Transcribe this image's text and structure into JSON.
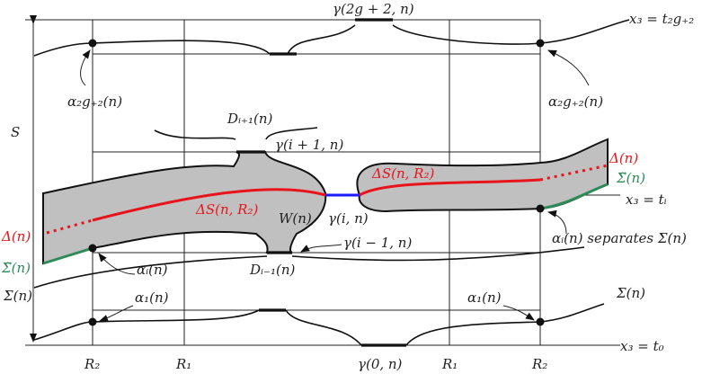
{
  "labels": {
    "S": "S",
    "gamma_top": "γ(2g + 2, n)",
    "x3_top": "x₃ = t₂g₊₂",
    "alpha_2g2_left": "α₂g₊₂(n)",
    "alpha_2g2_right": "α₂g₊₂(n)",
    "D_ip1": "Dᵢ₊₁(n)",
    "gamma_ip1": "γ(i + 1, n)",
    "delta_right": "Δ(n)",
    "sigma_tilde_right": "Σ̃(n)",
    "x3_ti": "x₃ = tᵢ",
    "deltaS_left": "ΔS(n, R₂)",
    "deltaS_right": "ΔS(n, R₂)",
    "W": "W(n)",
    "gamma_i": "γ(i, n)",
    "gamma_im1": "γ(i − 1, n)",
    "delta_left": "Δ(n)",
    "sigma_tilde_left": "Σ̃(n)",
    "alpha_i_left": "αᵢ(n)",
    "alpha_i_sep": "αᵢ(n) separates Σ(n)",
    "D_im1": "Dᵢ₋₁(n)",
    "sigma_left": "Σ(n)",
    "sigma_right": "Σ(n)",
    "alpha1_left": "α₁(n)",
    "alpha1_right": "α₁(n)",
    "x3_t0": "x₃ = t₀",
    "R2_left": "R₂",
    "R1_left": "R₁",
    "gamma_0": "γ(0, n)",
    "R1_right": "R₁",
    "R2_right": "R₂"
  },
  "colors": {
    "delta": "#e8141b",
    "sigma_tilde": "#2e8b57",
    "gamma_i": "#1a1aff",
    "region": "#c0c0c0"
  }
}
